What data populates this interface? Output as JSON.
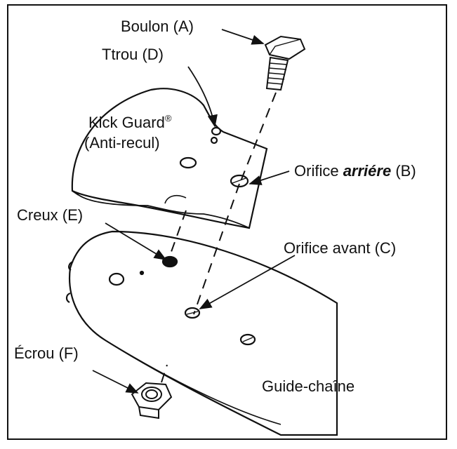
{
  "labels": {
    "boulon": "Boulon (A)",
    "ttrou": "Ttrou (D)",
    "kick_guard": "Kick Guard",
    "registered": "®",
    "anti_recul": "(Anti-recul)",
    "orifice_arriere_prefix": "Orifice ",
    "orifice_arriere_emphasis": "arriére",
    "orifice_arriere_suffix": " (B)",
    "creux": "Creux (E)",
    "orifice_avant": "Orifice avant (C)",
    "ecrou": "Écrou (F)",
    "guide_chaine": "Guide-chaîne"
  }
}
